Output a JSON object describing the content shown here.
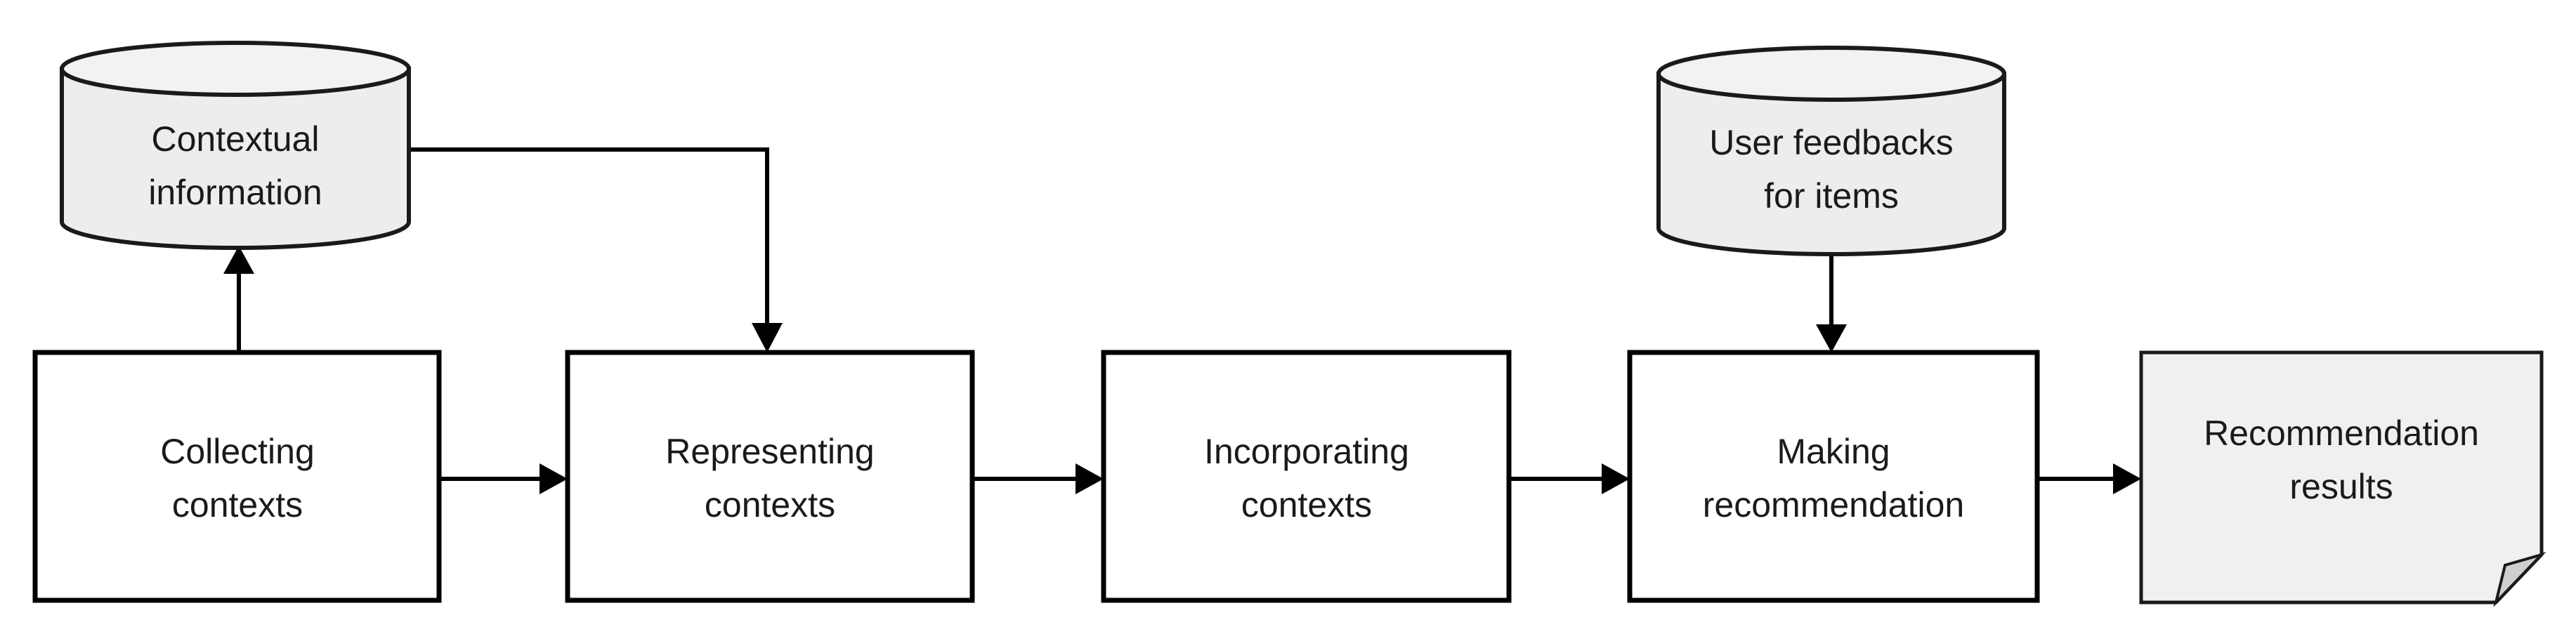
{
  "nodes": {
    "collecting": {
      "line1": "Collecting",
      "line2": "contexts"
    },
    "representing": {
      "line1": "Representing",
      "line2": "contexts"
    },
    "incorporating": {
      "line1": "Incorporating",
      "line2": "contexts"
    },
    "making": {
      "line1": "Making",
      "line2": "recommendation"
    },
    "results": {
      "line1": "Recommendation",
      "line2": "results"
    },
    "contextual_db": {
      "line1": "Contextual",
      "line2": "information"
    },
    "feedback_db": {
      "line1": "User feedbacks",
      "line2": "for items"
    }
  },
  "edges": [
    {
      "from": "collecting",
      "to": "contextual_db"
    },
    {
      "from": "contextual_db",
      "to": "representing"
    },
    {
      "from": "collecting",
      "to": "representing"
    },
    {
      "from": "representing",
      "to": "incorporating"
    },
    {
      "from": "incorporating",
      "to": "making"
    },
    {
      "from": "feedback_db",
      "to": "making"
    },
    {
      "from": "making",
      "to": "results"
    }
  ]
}
